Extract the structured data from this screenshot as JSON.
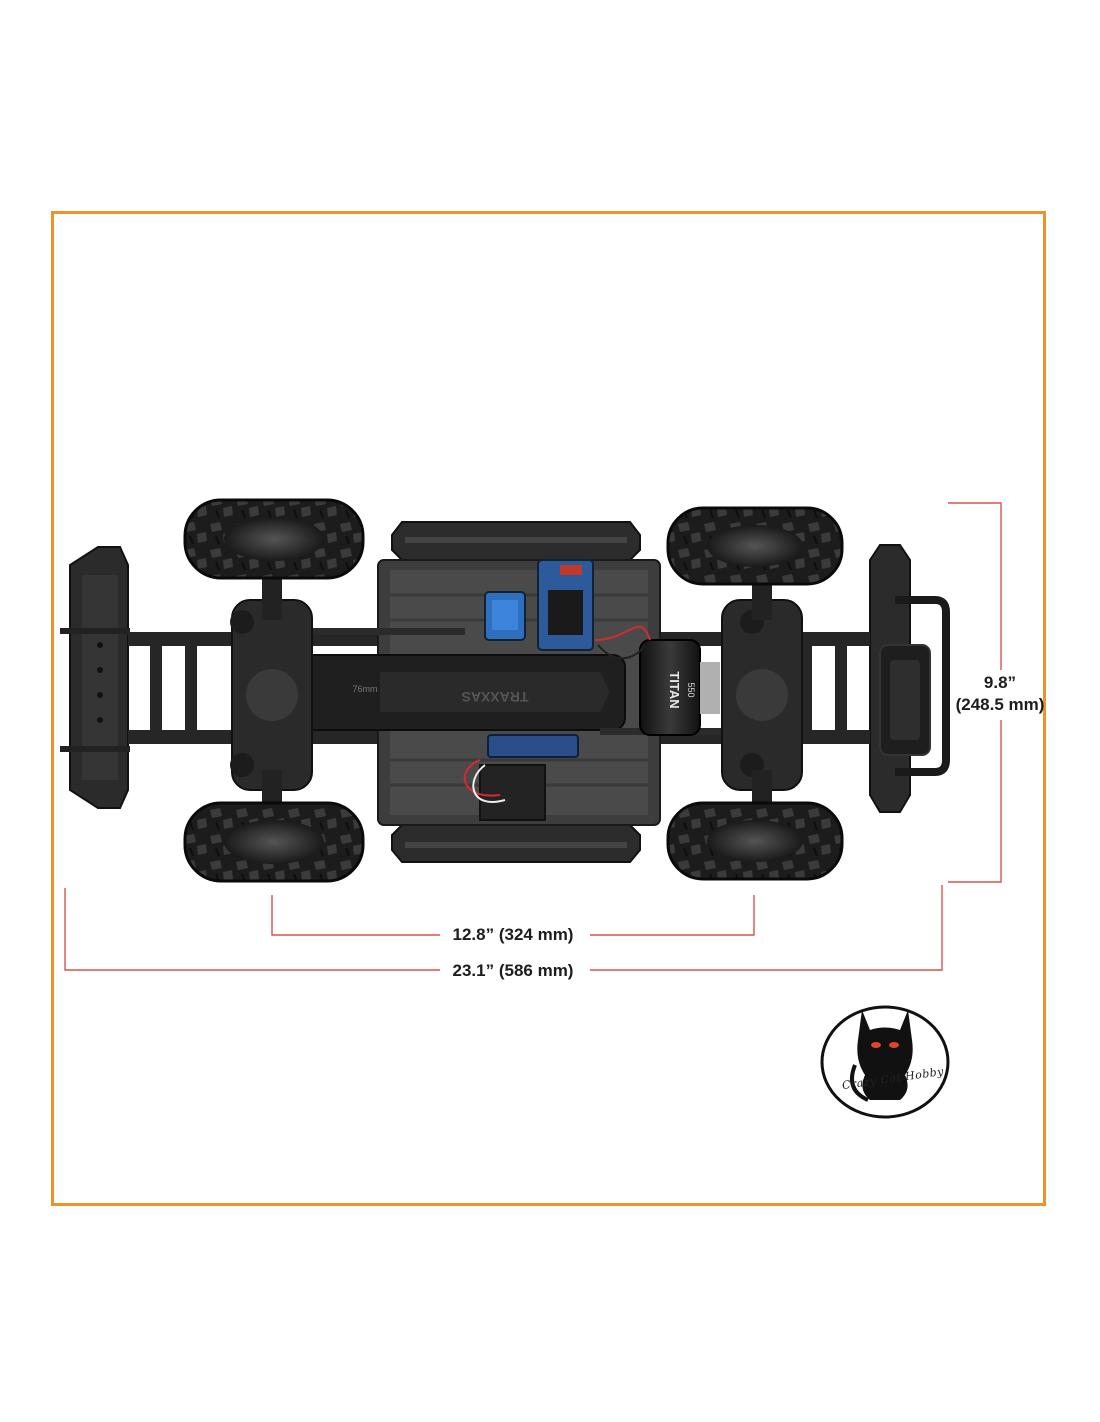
{
  "image": {
    "subject": "rc-crawler-chassis-top-view",
    "frame_color": "#f0922b",
    "dimension_line_color": "#d9534f"
  },
  "dimensions": {
    "track_width": "12.8” (324 mm)",
    "overall_length": "23.1” (586 mm)",
    "overall_width_in": "9.8”",
    "overall_width_mm": "(248.5 mm)"
  },
  "chassis_marks": {
    "motor_brand": "TITAN",
    "motor_model": "550",
    "skid_label": "TRAXXAS",
    "size_mark": "76mm"
  },
  "logo": {
    "text": "Crazy Cat Hobby",
    "icon": "black-cat-icon"
  }
}
